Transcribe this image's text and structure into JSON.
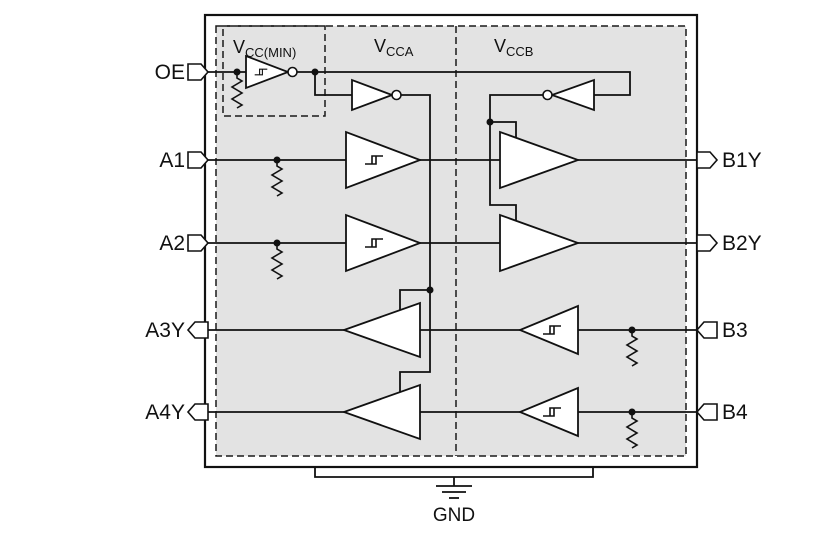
{
  "diagram": {
    "supplies": {
      "vcc_min": {
        "prefix": "V",
        "sub": "CC(MIN)"
      },
      "vcca": {
        "prefix": "V",
        "sub": "CCA"
      },
      "vccb": {
        "prefix": "V",
        "sub": "CCB"
      }
    },
    "pins": {
      "left": [
        {
          "name": "OE",
          "direction": "input"
        },
        {
          "name": "A1",
          "direction": "input"
        },
        {
          "name": "A2",
          "direction": "input"
        },
        {
          "name": "A3Y",
          "direction": "output"
        },
        {
          "name": "A4Y",
          "direction": "output"
        }
      ],
      "right": [
        {
          "name": "B1Y",
          "direction": "output"
        },
        {
          "name": "B2Y",
          "direction": "output"
        },
        {
          "name": "B3",
          "direction": "input"
        },
        {
          "name": "B4",
          "direction": "input"
        }
      ]
    },
    "ground": {
      "label": "GND"
    },
    "symbols": {
      "hysteresis_glyph": "schmitt-trigger-hysteresis",
      "bubble": "inverter-bubble",
      "zigzag": "pulldown-resistor",
      "dot": "junction-dot",
      "ground": "ground-symbol",
      "pentagon": "pin-terminal"
    }
  },
  "colors": {
    "background": "#ffffff",
    "region_fill": "#e3e3e3",
    "line": "#111111"
  }
}
